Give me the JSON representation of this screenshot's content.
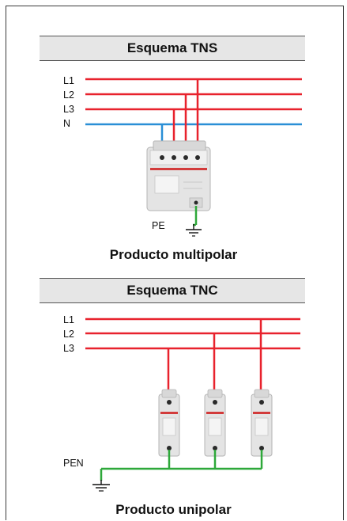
{
  "tns": {
    "title": "Esquema TNS",
    "lines": [
      "L1",
      "L2",
      "L3",
      "N"
    ],
    "pe_label": "PE",
    "caption": "Producto multipolar"
  },
  "tnc": {
    "title": "Esquema TNC",
    "lines": [
      "L1",
      "L2",
      "L3"
    ],
    "pen_label": "PEN",
    "caption": "Producto unipolar"
  },
  "colors": {
    "phase": "#e8222d",
    "neutral": "#2a8fd6",
    "earth": "#2ea83a",
    "header_bg": "#e6e6e6"
  }
}
